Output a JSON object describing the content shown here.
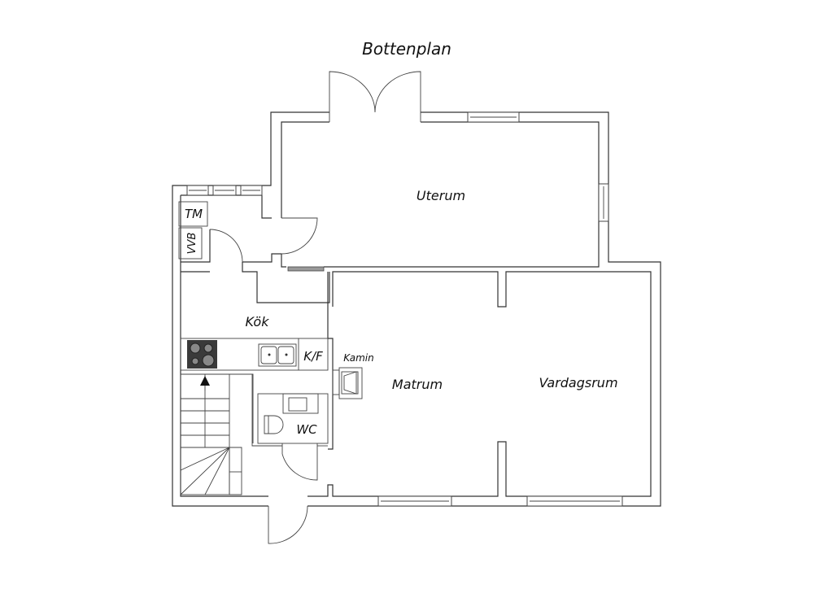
{
  "title": "Bottenplan",
  "rooms": {
    "uterum": "Uterum",
    "tm": "TM",
    "vvb": "VVB",
    "kok": "Kök",
    "kf": "K/F",
    "kamin": "Kamin",
    "matrum": "Matrum",
    "vardagsrum": "Vardagsrum",
    "wc": "WC"
  },
  "colors": {
    "line": "#333333",
    "stove": "#3a3a3a",
    "window_grey": "#999999"
  }
}
